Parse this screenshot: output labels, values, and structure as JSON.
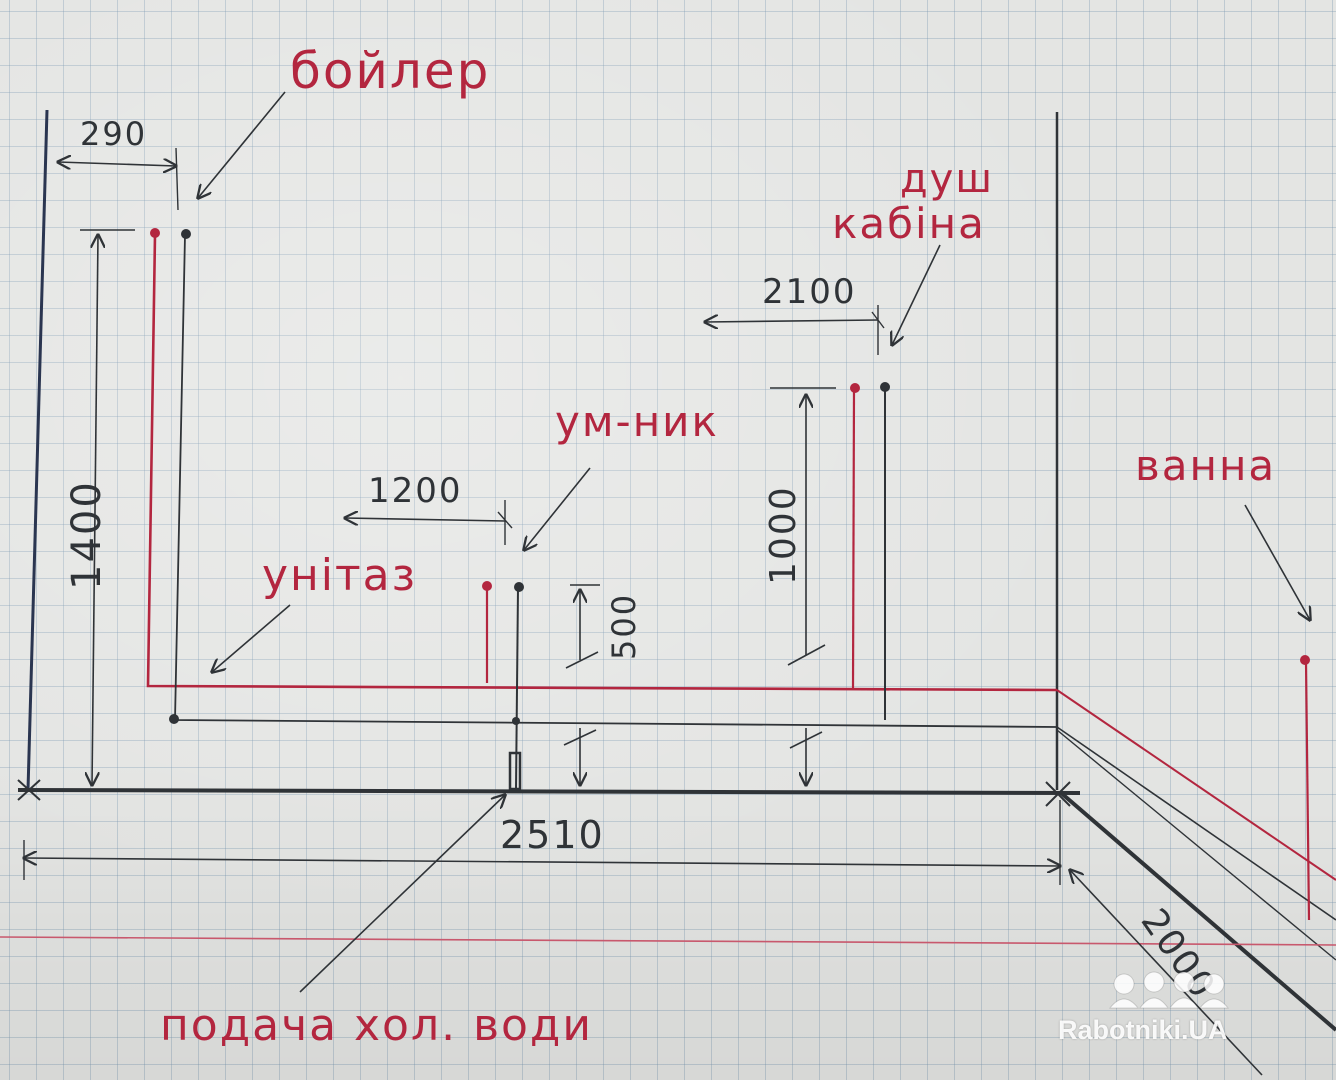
{
  "labels": {
    "boiler": "бойлер",
    "shower_1": "душ",
    "shower_2": "кабіна",
    "sink": "ум-ник",
    "toilet": "унітаз",
    "bath": "ванна",
    "cold_water": "подача хол. води"
  },
  "dimensions": {
    "d290": "290",
    "d2100": "2100",
    "d1200": "1200",
    "d1400": "1400",
    "d1000": "1000",
    "d500": "500",
    "d2510": "2510",
    "d2000": "2000"
  },
  "watermark": {
    "text": "Rabotniki.UA"
  },
  "colors": {
    "red_ink": "#b3263f",
    "dark_ink": "#2f3337",
    "paper": "#e4e5e3",
    "grid": "#8aa6bd"
  }
}
